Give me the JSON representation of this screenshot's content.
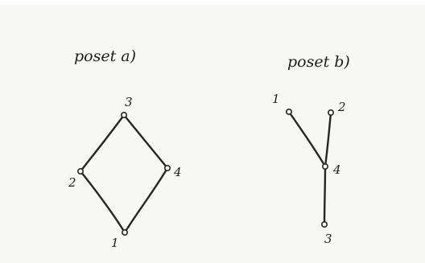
{
  "posets": [
    {
      "title": "poset a)",
      "nodes": [
        {
          "id": "3",
          "label": "3"
        },
        {
          "id": "2",
          "label": "2"
        },
        {
          "id": "4",
          "label": "4"
        },
        {
          "id": "1",
          "label": "1"
        }
      ],
      "edges": [
        {
          "from": "1",
          "to": "2"
        },
        {
          "from": "1",
          "to": "4"
        },
        {
          "from": "2",
          "to": "3"
        },
        {
          "from": "4",
          "to": "3"
        }
      ]
    },
    {
      "title": "poset b)",
      "nodes": [
        {
          "id": "1",
          "label": "1"
        },
        {
          "id": "2",
          "label": "2"
        },
        {
          "id": "4",
          "label": "4"
        },
        {
          "id": "3",
          "label": "3"
        }
      ],
      "edges": [
        {
          "from": "4",
          "to": "1"
        },
        {
          "from": "4",
          "to": "2"
        },
        {
          "from": "3",
          "to": "4"
        }
      ]
    }
  ],
  "colors": {
    "ink": "#262626",
    "paper": "#f7f7f6"
  }
}
